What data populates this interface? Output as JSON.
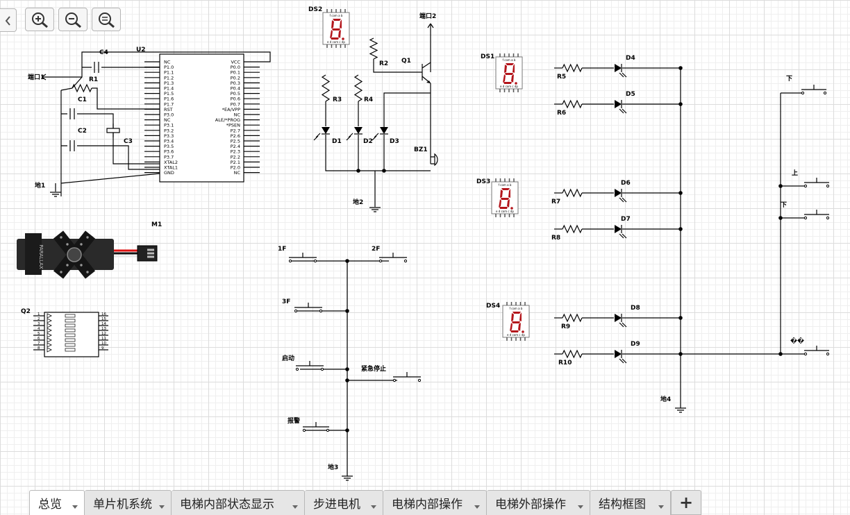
{
  "toolbar": {
    "back_icon": "chevron-left-icon",
    "zoom_in_icon": "zoom-in-icon",
    "zoom_out_icon": "zoom-out-icon",
    "zoom_fit_icon": "zoom-fit-icon"
  },
  "tabs": [
    {
      "label": "总览",
      "active": true
    },
    {
      "label": "单片机系统",
      "active": false
    },
    {
      "label": "电梯内部状态显示",
      "active": false
    },
    {
      "label": "步进电机",
      "active": false
    },
    {
      "label": "电梯内部操作",
      "active": false
    },
    {
      "label": "电梯外部操作",
      "active": false
    },
    {
      "label": "结构框图",
      "active": false
    }
  ],
  "add_tab_label": "+",
  "labels": {
    "u2": "U2",
    "c4": "C4",
    "r1": "R1",
    "c1": "C1",
    "c2": "C2",
    "c3": "C3",
    "port1": "端口1",
    "gnd1": "地1",
    "m1": "M1",
    "q2": "Q2",
    "ds2": "DS2",
    "port2": "端口2",
    "r2": "R2",
    "q1": "Q1",
    "r3": "R3",
    "r4": "R4",
    "d1": "D1",
    "d2": "D2",
    "d3": "D3",
    "bz1": "BZ1",
    "gnd2": "地2",
    "ds1": "DS1",
    "ds3": "DS3",
    "ds4": "DS4",
    "f1": "1F",
    "f2": "2F",
    "f3": "3F",
    "start": "启动",
    "estop": "紧急停止",
    "alarm": "报警",
    "gnd3": "地3",
    "r5": "R5",
    "r6": "R6",
    "r7": "R7",
    "r8": "R8",
    "r9": "R9",
    "r10": "R10",
    "d4": "D4",
    "d5": "D5",
    "d6": "D6",
    "d7": "D7",
    "d8": "D8",
    "d9": "D9",
    "gnd4": "地4",
    "down1": "下",
    "up": "上",
    "down2": "下",
    "unknown": "��",
    "servo_brand": "PARALLAX"
  },
  "u2_left_pins": [
    "NC",
    "P1.0",
    "P1.1",
    "P1.2",
    "P1.3",
    "P1.4",
    "P1.5",
    "P1.6",
    "P1.7",
    "RST",
    "P3.0",
    "NC",
    "P3.1",
    "P3.2",
    "P3.3",
    "P3.4",
    "P3.5",
    "P3.6",
    "P3.7",
    "XTAL2",
    "XTAL1",
    "GND"
  ],
  "u2_right_pins": [
    "VCC",
    "P0.0",
    "P0.1",
    "P0.2",
    "P0.3",
    "P0.4",
    "P0.5",
    "P0.6",
    "P0.7",
    "*EA/VPP",
    "NC",
    "ALE/*PROG",
    "*PSEN",
    "P2.7",
    "P2.6",
    "P2.5",
    "P2.4",
    "P2.3",
    "P2.2",
    "P2.1",
    "P2.0",
    "NC"
  ],
  "q2_left_pins": [
    "1",
    "2",
    "3",
    "4",
    "5",
    "6",
    "7",
    "8"
  ],
  "q2_right_pins": [
    "16",
    "15",
    "14",
    "13",
    "12",
    "11",
    "10",
    "9"
  ],
  "display_pin_top": "f com a b",
  "display_pin_bottom": "e d com c dp",
  "colors": {
    "segment": "#b3151b",
    "wire": "#000000",
    "grid": "#dcdcdc"
  }
}
